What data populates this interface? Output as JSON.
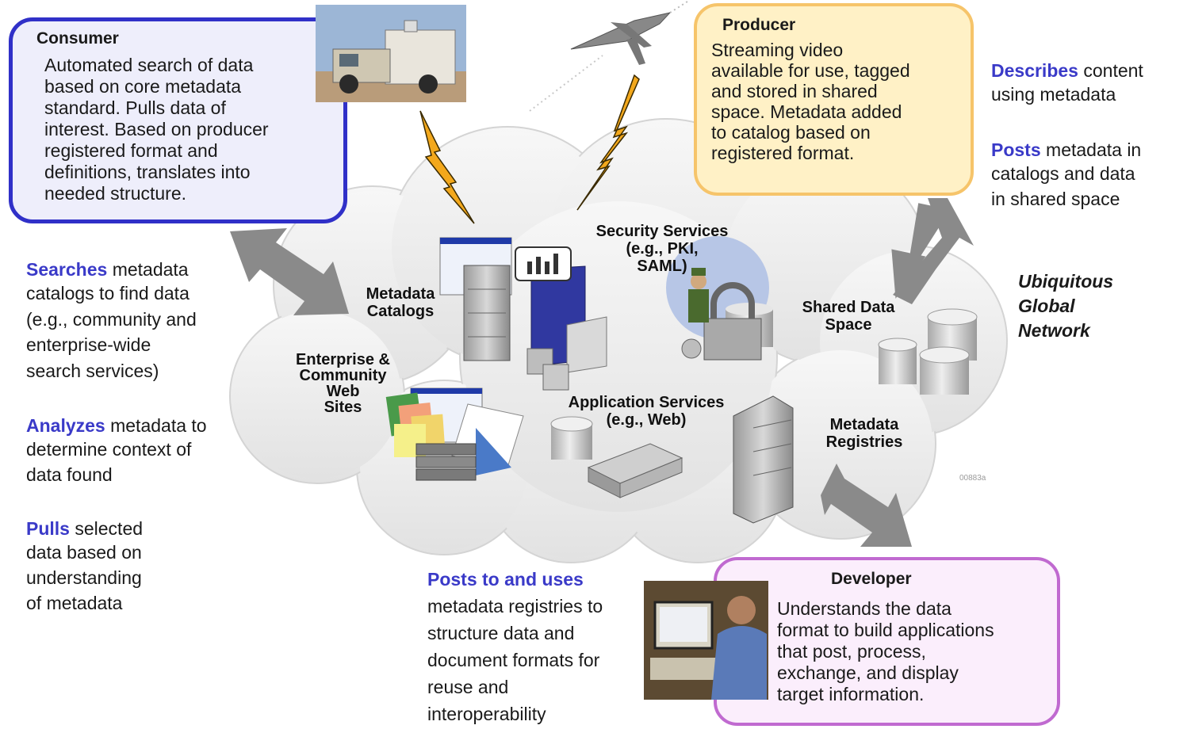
{
  "colors": {
    "keyword": "#3a3ac8",
    "consumer_border": "#3030c8",
    "consumer_fill": "#eeeefb",
    "producer_border": "#f6c46a",
    "producer_fill": "#fff1c6",
    "developer_border": "#c06ad0",
    "developer_fill": "#fbeefc",
    "cloud": "#eeeeee",
    "arrow": "#8a8a8a",
    "lightning": "#f3a81c"
  },
  "consumer": {
    "title": "Consumer",
    "body": "Automated search of data\nbased on core metadata\nstandard.  Pulls data of\ninterest. Based on producer\nregistered format and\ndefinitions, translates into\nneeded structure."
  },
  "producer": {
    "title": "Producer",
    "body": "Streaming video\navailable for use, tagged\nand stored in shared\nspace.  Metadata added\nto catalog based on\nregistered format."
  },
  "developer": {
    "title": "Developer",
    "body": "Understands  the data\nformat to build applications\nthat post, process,\nexchange, and display\ntarget information."
  },
  "left_notes": [
    {
      "keyword": "Searches",
      "rest": " metadata",
      "body": "catalogs to find data\n(e.g., community and\nenterprise-wide\nsearch services)"
    },
    {
      "keyword": "Analyzes",
      "rest": " metadata to",
      "body": "determine context of\ndata found"
    },
    {
      "keyword": "Pulls",
      "rest": " selected",
      "body": "data based on\nunderstanding\nof metadata"
    }
  ],
  "right_notes": [
    {
      "keyword": "Describes",
      "rest": " content",
      "body": "using metadata"
    },
    {
      "keyword": "Posts",
      "rest": " metadata in",
      "body": "catalogs and data\nin shared space"
    }
  ],
  "bottom_note": {
    "keyword": "Posts to and uses",
    "body": "metadata registries to\nstructure data and\ndocument formats for\nreuse and\ninteroperability"
  },
  "network_label": "Ubiquitous\nGlobal\nNetwork",
  "cloud_labels": {
    "metadata_catalogs": "Metadata\nCatalogs",
    "security_services": "Security Services\n(e.g., PKI,\nSAML)",
    "shared_data_space": "Shared Data\nSpace",
    "enterprise_sites": "Enterprise &\nCommunity\nWeb\nSites",
    "application_services": "Application Services\n(e.g., Web)",
    "metadata_registries": "Metadata\nRegistries"
  },
  "figure_code": "00883a"
}
